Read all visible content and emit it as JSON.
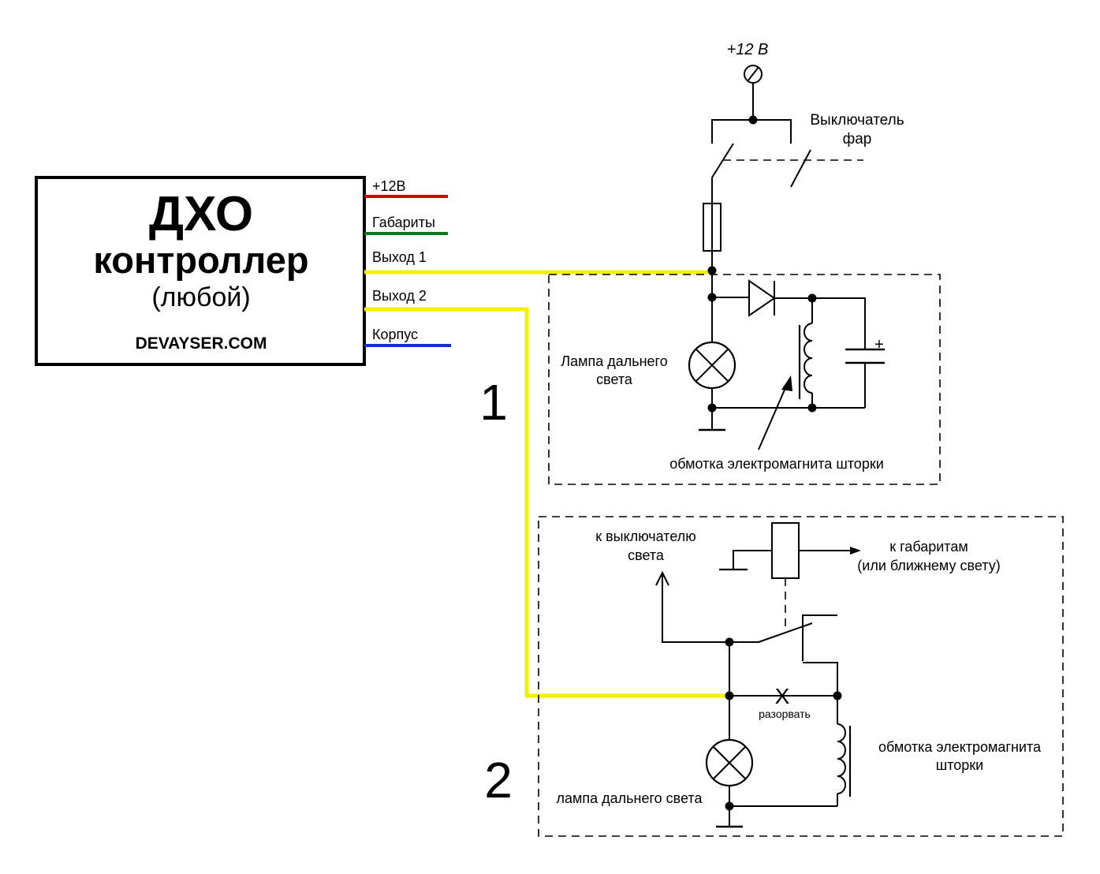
{
  "controller": {
    "title": "ДХО",
    "subtitle": "контроллер",
    "note": "(любой)",
    "site": "DEVAYSER.COM"
  },
  "wires": [
    {
      "label": "+12В",
      "color": "#d40000"
    },
    {
      "label": "Габариты",
      "color": "#0a7a1e"
    },
    {
      "label": "Выход 1",
      "color": "#f2f200"
    },
    {
      "label": "Выход 2",
      "color": "#f2f200"
    },
    {
      "label": "Корпус",
      "color": "#1430c8"
    }
  ],
  "circuit1": {
    "number": "1",
    "supply": "+12 В",
    "switch_line1": "Выключатель",
    "switch_line2": "фар",
    "lamp_line1": "Лампа дальнего",
    "lamp_line2": "света",
    "coil": "обмотка электромагнита шторки",
    "cap_plus": "+"
  },
  "circuit2": {
    "number": "2",
    "to_switch_line1": "к выключателю",
    "to_switch_line2": "света",
    "to_parking_line1": "к габаритам",
    "to_parking_line2": "(или ближнему свету)",
    "break_mark": "X",
    "break_label": "разорвать",
    "break_color": "#e00000",
    "coil_line1": "обмотка электромагнита",
    "coil_line2": "шторки",
    "lamp": "лампа дальнего света"
  }
}
